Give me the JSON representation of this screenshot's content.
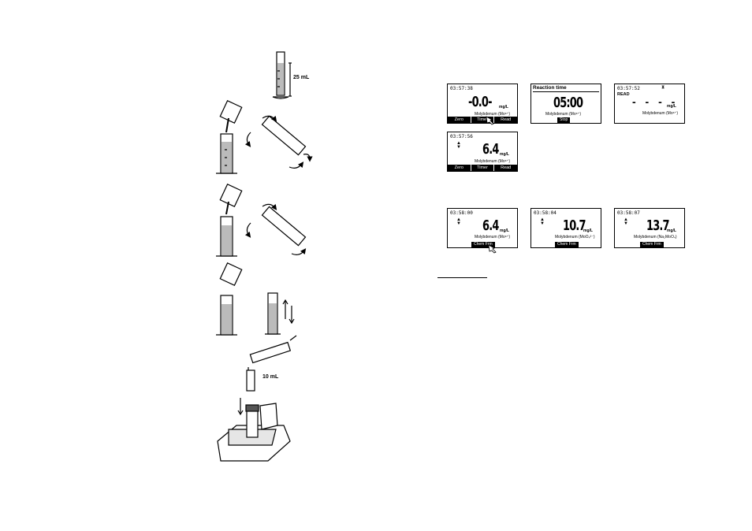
{
  "illustration": {
    "volume_25": "25 mL",
    "volume_10": "10 mL"
  },
  "screens": [
    {
      "time": "03:57:38",
      "value": "-0.0-",
      "unit": "mg/L",
      "param": "Molybdenum (Mo⁶⁺)",
      "keys": [
        "Zero",
        "Timer",
        "Read"
      ]
    },
    {
      "header": "Reaction time",
      "value": "05:00",
      "param": "Molybdenum (Mo⁶⁺)",
      "key": "Stop"
    },
    {
      "time": "03:57:52",
      "label": "READ",
      "value": "- - - -",
      "unit": "mg/L",
      "param": "Molybdenum (Mo⁶⁺)"
    },
    {
      "time": "03:57:56",
      "value": "6.4",
      "unit": "mg/L",
      "param": "Molybdenum (Mo⁶⁺)",
      "keys": [
        "Zero",
        "Timer",
        "Read"
      ]
    },
    {
      "time": "03:58:00",
      "value": "6.4",
      "unit": "mg/L",
      "param": "Molybdenum (Mo⁶⁺)",
      "key": "Chem Frm"
    },
    {
      "time": "03:58:04",
      "value": "10.7",
      "unit": "mg/L",
      "param": "Molybdenum (MoO₄²⁻)",
      "key": "Chem Frm"
    },
    {
      "time": "03:58:07",
      "value": "13.7",
      "unit": "mg/L",
      "param": "Molybdenum (Na₂MoO₄)",
      "key": "Chem Frm"
    }
  ]
}
